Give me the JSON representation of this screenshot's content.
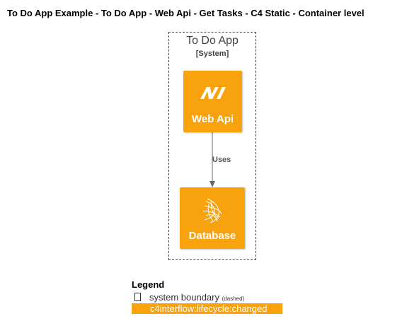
{
  "title": "To Do App Example - To Do App - Web Api - Get Tasks - C4 Static - Container level",
  "boundary": {
    "name": "To Do App",
    "type": "[System]"
  },
  "nodes": {
    "webapi": {
      "label": "Web Api",
      "icon": "dotnet-icon"
    },
    "database": {
      "label": "Database",
      "icon": "sql-server-icon"
    }
  },
  "edge": {
    "label": "Uses"
  },
  "legend": {
    "title": "Legend",
    "items": [
      {
        "label": "system boundary",
        "note": "(dashed)"
      },
      {
        "label": "c4interflow:lifecycle:changed"
      }
    ]
  },
  "colors": {
    "node_fill": "#f8a20e",
    "boundary_stroke": "#444444",
    "edge": "#666666"
  }
}
